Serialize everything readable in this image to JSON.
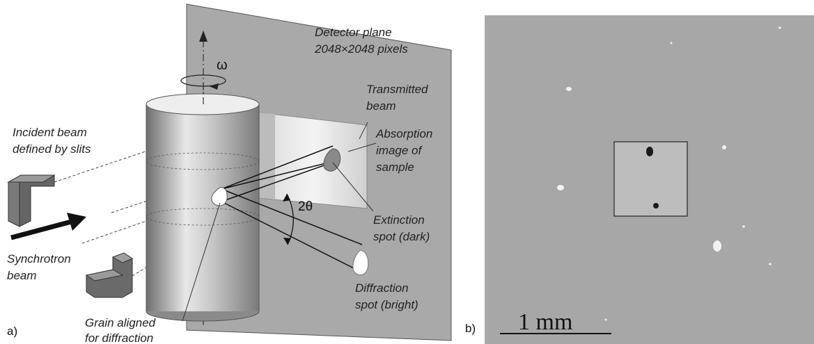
{
  "figure": {
    "panel_a": {
      "tag": "a)",
      "omega": "ω",
      "two_theta": "2θ",
      "labels": {
        "detector_line1": "Detector plane",
        "detector_line2": "2048×2048 pixels",
        "transmitted_line1": "Transmitted",
        "transmitted_line2": "beam",
        "absorption_line1": "Absorption",
        "absorption_line2": "image of",
        "absorption_line3": "sample",
        "incident_line1": "Incident beam",
        "incident_line2": "defined by slits",
        "synchrotron_line1": "Synchrotron",
        "synchrotron_line2": "beam",
        "extinction_line1": "Extinction",
        "extinction_line2": "spot (dark)",
        "diffraction_line1": "Diffraction",
        "diffraction_line2": "spot (bright)",
        "grain_line1": "Grain aligned",
        "grain_line2": "for diffraction"
      }
    },
    "panel_b": {
      "tag": "b)",
      "scale_bar": "1 mm"
    }
  }
}
